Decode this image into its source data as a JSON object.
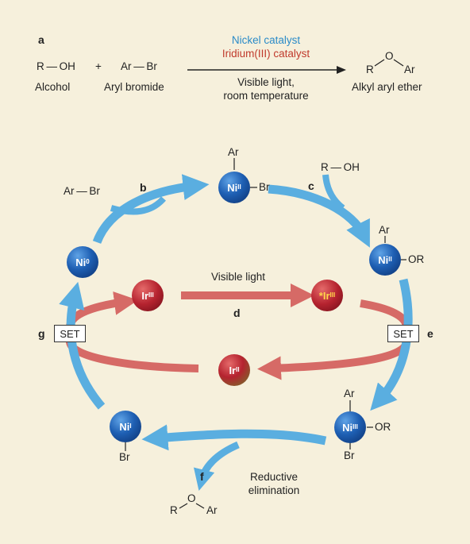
{
  "panel_a": {
    "label": "a",
    "alcohol_formula": "R — OH",
    "alcohol_name": "Alcohol",
    "plus": "+",
    "aryl_formula": "Ar — Br",
    "aryl_name": "Aryl bromide",
    "nickel_catalyst": "Nickel catalyst",
    "iridium_catalyst": "Iridium(III) catalyst",
    "conditions_line1": "Visible light,",
    "conditions_line2": "room temperature",
    "product_r": "R",
    "product_o": "O",
    "product_ar": "Ar",
    "product_name": "Alkyl aryl ether",
    "colors": {
      "nickel": "#2a8bc8",
      "iridium": "#c0392b"
    }
  },
  "cycle": {
    "steps": {
      "b": "b",
      "c": "c",
      "d": "d",
      "e": "e",
      "f": "f",
      "g": "g"
    },
    "reagent_arbr": "Ar — Br",
    "reagent_roh": "R — OH",
    "visible_light": "Visible light",
    "set": "SET",
    "reductive_line1": "Reductive",
    "reductive_line2": "elimination",
    "ni0": {
      "symbol": "Ni",
      "ox": "0"
    },
    "ni2_top": {
      "symbol": "Ni",
      "ox": "II",
      "top": "Ar",
      "right": "Br"
    },
    "ni2_right": {
      "symbol": "Ni",
      "ox": "II",
      "top": "Ar",
      "right": "OR"
    },
    "ni3": {
      "symbol": "Ni",
      "ox": "III",
      "top": "Ar",
      "right": "OR",
      "bottom": "Br"
    },
    "ni1": {
      "symbol": "Ni",
      "ox": "I",
      "bottom": "Br"
    },
    "ir3": {
      "symbol": "Ir",
      "ox": "III"
    },
    "ir3_excited": {
      "symbol": "*Ir",
      "ox": "III"
    },
    "ir2": {
      "symbol": "Ir",
      "ox": "II"
    },
    "product": {
      "r": "R",
      "o": "O",
      "ar": "Ar"
    },
    "colors": {
      "nickel_arrow": "#5aaee0",
      "iridium_arrow": "#d66a66"
    }
  }
}
